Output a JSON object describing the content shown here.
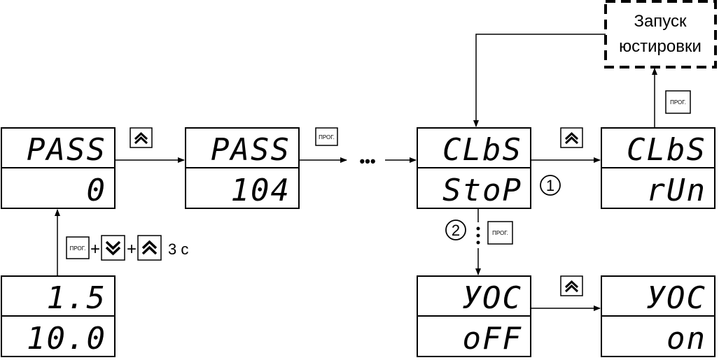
{
  "displays": {
    "pass0": {
      "top": "PASS",
      "bottom": "0"
    },
    "pass104": {
      "top": "PASS",
      "bottom": "104"
    },
    "clbs_stop": {
      "top": "CLbS",
      "bottom": "StoP"
    },
    "clbs_run": {
      "top": "CLbS",
      "bottom": "rUn"
    },
    "val": {
      "top": "1.5",
      "bottom": "10.0"
    },
    "yoc_off": {
      "top": "УОС",
      "bottom": "oFF"
    },
    "yoc_on": {
      "top": "УОС",
      "bottom": "on"
    }
  },
  "buttons": {
    "prog_label": "ПРОГ."
  },
  "launch_box": {
    "line1": "Запуск",
    "line2": "юстировки"
  },
  "markers": {
    "one": "1",
    "two": "2"
  },
  "ellipsis": "•••",
  "combo": {
    "plus": "+",
    "hold": "3 с"
  }
}
